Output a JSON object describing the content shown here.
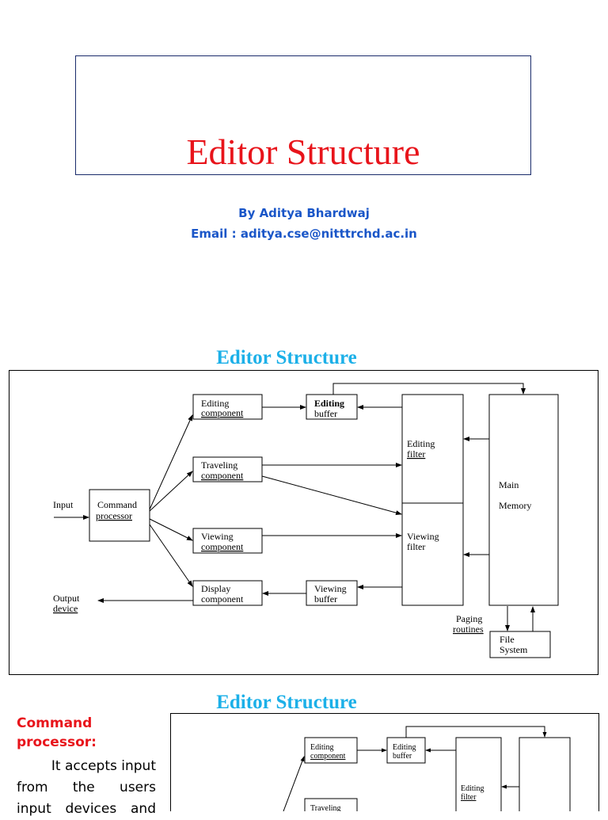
{
  "title_slide": {
    "title": "Editor Structure",
    "author": "By Aditya Bhardwaj",
    "email": "Email : aditya.cse@nitttrchd.ac.in"
  },
  "slide2": {
    "title": "Editor Structure",
    "diagram": {
      "input": "Input",
      "command_processor": [
        "Command",
        "processor"
      ],
      "editing_component": [
        "Editing",
        "component"
      ],
      "traveling_component": [
        "Traveling",
        "component"
      ],
      "viewing_component": [
        "Viewing",
        "component"
      ],
      "display_component": [
        "Display",
        "component"
      ],
      "editing_buffer": [
        "Editing",
        "buffer"
      ],
      "viewing_buffer": [
        "Viewing",
        "buffer"
      ],
      "editing_filter": [
        "Editing",
        "filter"
      ],
      "viewing_filter": [
        "Viewing",
        "filter"
      ],
      "main_memory": [
        "Main",
        "Memory"
      ],
      "output_device": [
        "Output",
        "device"
      ],
      "paging_routines": [
        "Paging",
        "routines"
      ],
      "file_system": [
        "File",
        "System"
      ]
    }
  },
  "slide3": {
    "title": "Editor Structure",
    "heading": [
      "Command",
      "processor:"
    ],
    "body": [
      "It accepts input",
      "from the users",
      "input devices and"
    ],
    "diagram": {
      "editing_component": [
        "Editing",
        "component"
      ],
      "editing_buffer": [
        "Editing",
        "buffer"
      ],
      "editing_filter": [
        "Editing",
        "filter"
      ],
      "traveling": "Traveling"
    }
  }
}
